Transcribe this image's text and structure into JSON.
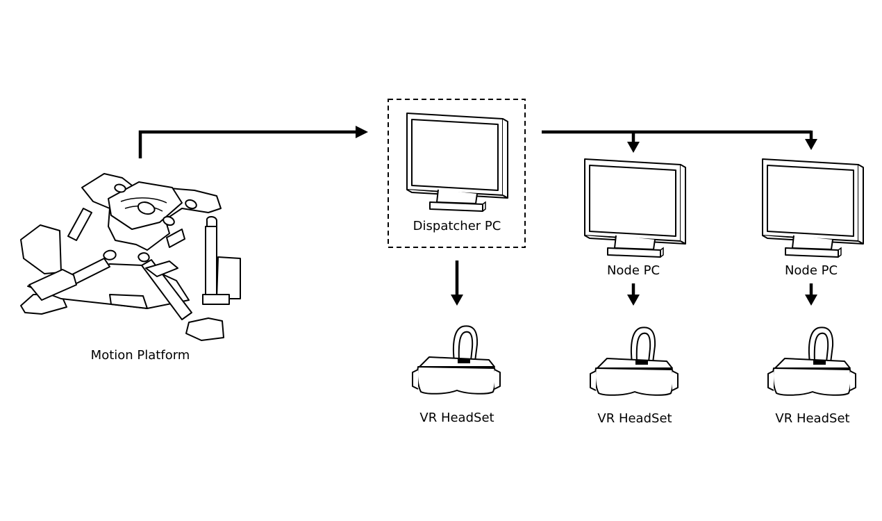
{
  "labels": {
    "motion_platform": "Motion Platform",
    "dispatcher_pc": "Dispatcher PC",
    "node_pc_1": "Node PC",
    "node_pc_2": "Node PC",
    "vr_headset_1": "VR HeadSet",
    "vr_headset_2": "VR HeadSet",
    "vr_headset_3": "VR HeadSet"
  },
  "icons": {
    "platform": "motion-platform-icon",
    "monitor": "monitor-icon",
    "headset": "vr-headset-icon",
    "arrow": "arrow-icon"
  },
  "colors": {
    "line": "#000000",
    "background": "#ffffff"
  }
}
